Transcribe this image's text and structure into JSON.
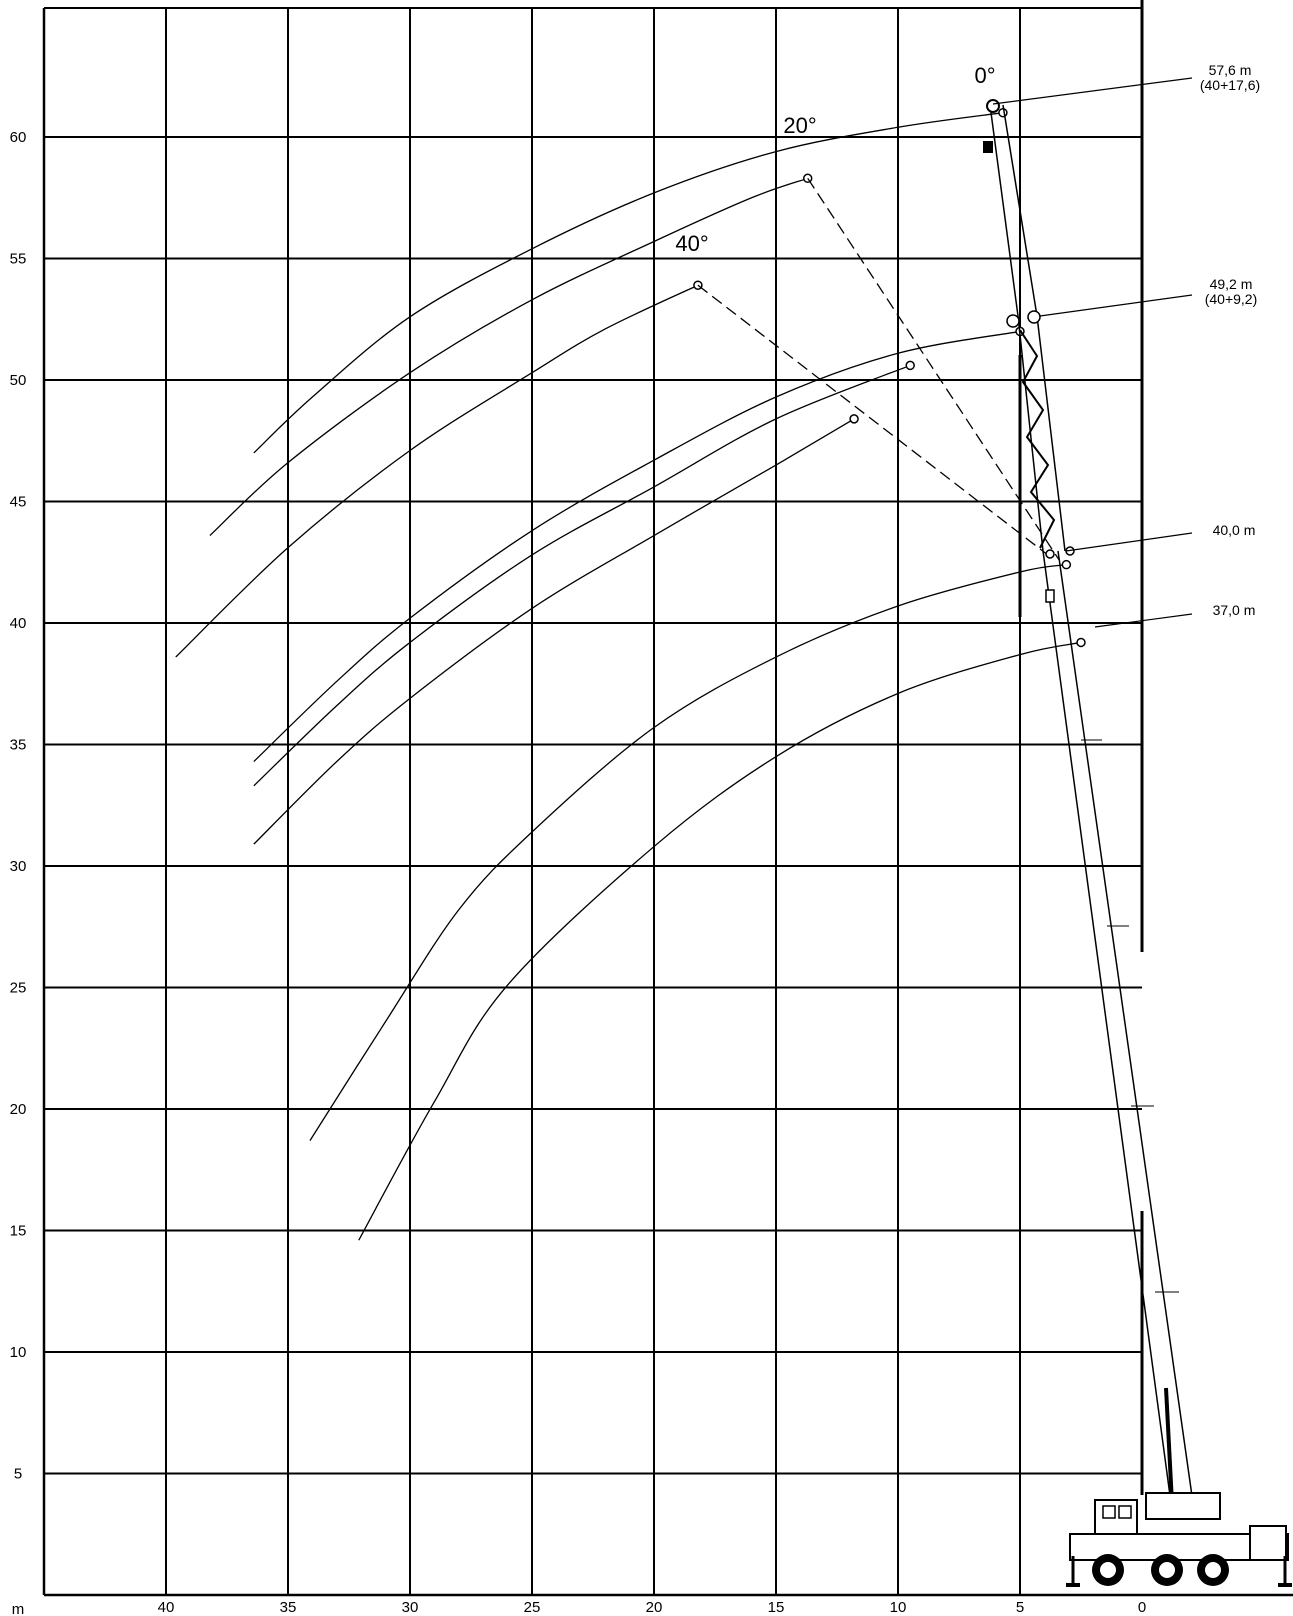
{
  "chart_data": {
    "type": "line",
    "title": "",
    "xlabel": "m",
    "ylabel": "",
    "x_axis": {
      "direction": "reversed",
      "range": [
        45,
        -5.5
      ],
      "ticks": [
        40,
        35,
        30,
        25,
        20,
        15,
        10,
        5,
        0
      ]
    },
    "y_axis": {
      "range": [
        0,
        65
      ],
      "ticks": [
        5,
        10,
        15,
        20,
        25,
        30,
        35,
        40,
        45,
        50,
        55,
        60
      ]
    },
    "grid": true,
    "angle_labels": [
      "0°",
      "20°",
      "40°"
    ],
    "boom_labels": [
      {
        "lines": [
          "57,6 m",
          "(40+17,6)"
        ]
      },
      {
        "lines": [
          "49,2 m",
          "(40+9,2)"
        ]
      },
      {
        "lines": [
          "40,0 m"
        ]
      },
      {
        "lines": [
          "37,0 m"
        ]
      }
    ],
    "series": [
      {
        "points": [
          [
            36.4,
            47.0
          ],
          [
            34,
            49.3
          ],
          [
            30,
            52.6
          ],
          [
            25,
            55.4
          ],
          [
            20,
            57.7
          ],
          [
            15,
            59.4
          ],
          [
            10,
            60.4
          ],
          [
            5.7,
            61.0
          ]
        ]
      },
      {
        "points": [
          [
            38.2,
            43.6
          ],
          [
            35,
            46.6
          ],
          [
            30,
            50.3
          ],
          [
            25,
            53.3
          ],
          [
            20,
            55.7
          ],
          [
            16,
            57.5
          ],
          [
            13.7,
            58.3
          ]
        ]
      },
      {
        "points": [
          [
            39.6,
            38.6
          ],
          [
            35,
            43.1
          ],
          [
            30,
            47.1
          ],
          [
            25,
            50.3
          ],
          [
            22,
            52.1
          ],
          [
            18.2,
            53.9
          ]
        ]
      },
      {
        "points": [
          [
            36.4,
            34.3
          ],
          [
            33,
            37.6
          ],
          [
            30,
            40.2
          ],
          [
            25,
            43.8
          ],
          [
            20,
            46.7
          ],
          [
            15,
            49.3
          ],
          [
            10,
            51.1
          ],
          [
            5.0,
            52.0
          ]
        ]
      },
      {
        "points": [
          [
            36.4,
            33.3
          ],
          [
            33,
            36.6
          ],
          [
            30,
            39.2
          ],
          [
            25,
            42.8
          ],
          [
            20,
            45.6
          ],
          [
            15,
            48.4
          ],
          [
            9.5,
            50.6
          ]
        ]
      },
      {
        "points": [
          [
            36.4,
            30.9
          ],
          [
            33,
            34.3
          ],
          [
            30,
            36.9
          ],
          [
            25,
            40.6
          ],
          [
            20,
            43.6
          ],
          [
            15,
            46.5
          ],
          [
            11.8,
            48.4
          ]
        ]
      },
      {
        "points": [
          [
            34.1,
            18.7
          ],
          [
            31,
            23.6
          ],
          [
            28,
            28.2
          ],
          [
            25,
            31.4
          ],
          [
            20,
            35.7
          ],
          [
            15,
            38.6
          ],
          [
            10,
            40.7
          ],
          [
            5,
            42.1
          ],
          [
            3.1,
            42.4
          ]
        ]
      },
      {
        "points": [
          [
            32.1,
            14.6
          ],
          [
            29,
            20.3
          ],
          [
            26,
            25.1
          ],
          [
            20,
            30.8
          ],
          [
            15,
            34.5
          ],
          [
            10,
            37.1
          ],
          [
            5,
            38.7
          ],
          [
            2.5,
            39.2
          ]
        ]
      }
    ],
    "jib_lines": [
      {
        "points": [
          [
            13.7,
            58.3
          ],
          [
            3.4,
            42.6
          ]
        ]
      },
      {
        "points": [
          [
            18.2,
            53.9
          ],
          [
            3.6,
            42.6
          ]
        ]
      }
    ]
  }
}
